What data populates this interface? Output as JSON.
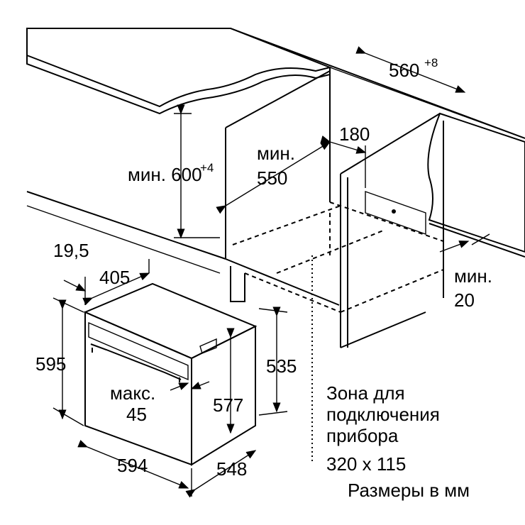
{
  "colors": {
    "countertop": "#d9d9d9",
    "line": "#000000",
    "hatch": "#555555"
  },
  "dimensions": {
    "niche_width": {
      "value": "560",
      "tolerance": "+8"
    },
    "offset_180": "180",
    "niche_depth": {
      "prefix": "мин.",
      "value": "550"
    },
    "niche_height": {
      "prefix": "мин. 600",
      "tolerance": "+4"
    },
    "front_thickness": "19,5",
    "depth_405": "405",
    "oven_height": "595",
    "handle": {
      "prefix": "макс.",
      "value": "45"
    },
    "height_577": "577",
    "height_535": "535",
    "oven_width": "594",
    "oven_depth": "548",
    "min_gap": {
      "prefix": "мин.",
      "value": "20"
    }
  },
  "connection_zone": {
    "lines": [
      "Зона для",
      "подключения",
      "прибора",
      "320 x 115"
    ]
  },
  "units_note": "Размеры в мм"
}
